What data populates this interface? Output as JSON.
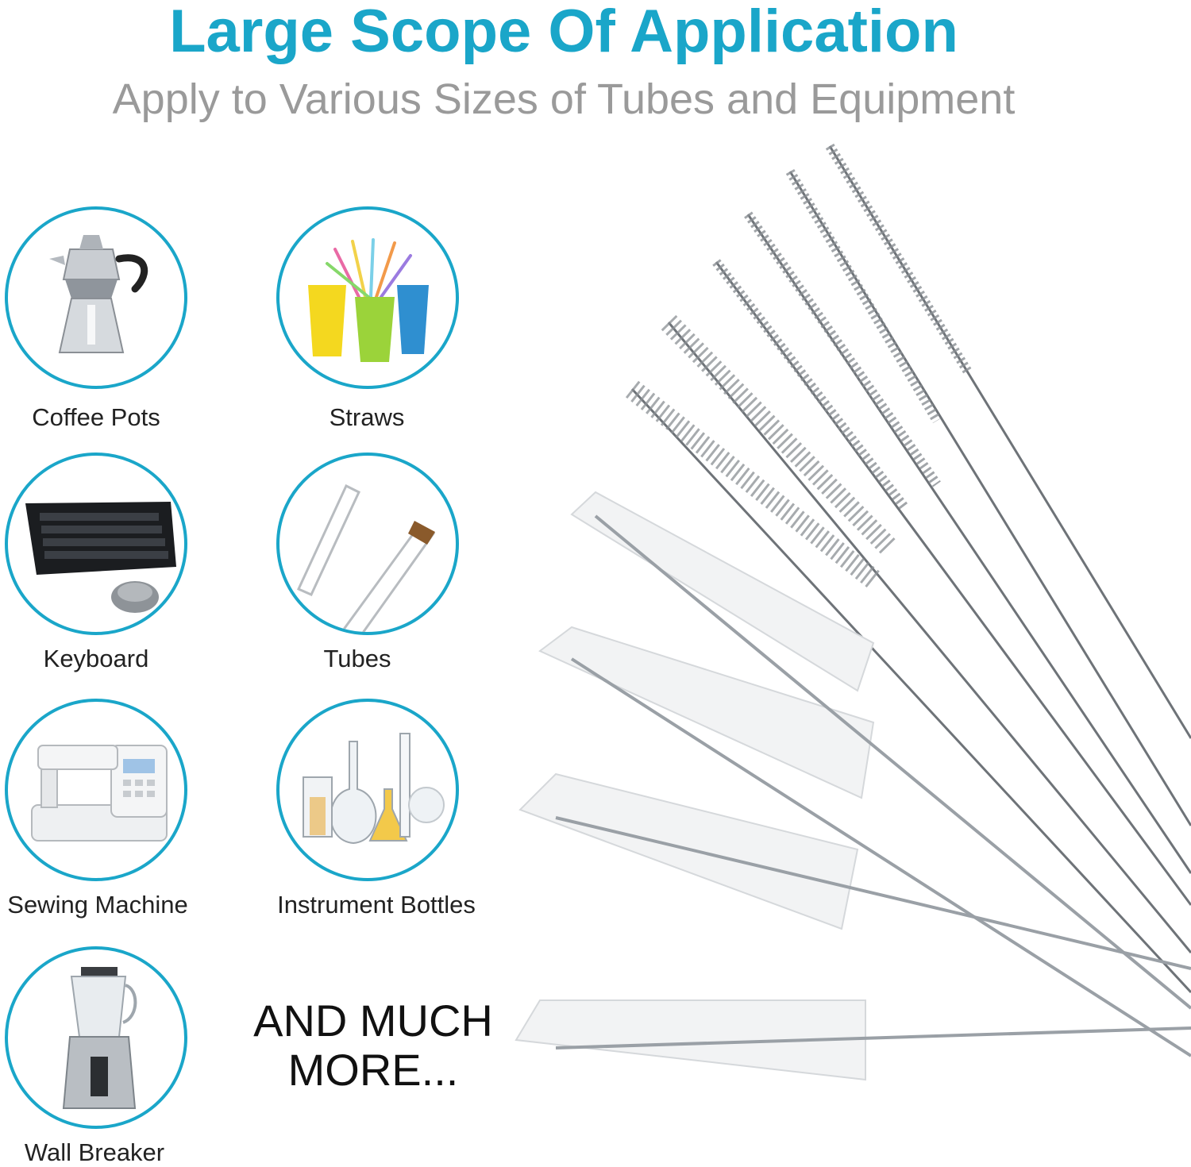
{
  "header": {
    "title": "Large Scope Of Application",
    "subtitle": "Apply to Various Sizes of Tubes and Equipment"
  },
  "items": [
    {
      "label": "Coffee Pots",
      "icon": "coffee-pot-icon"
    },
    {
      "label": "Straws",
      "icon": "straws-cups-icon"
    },
    {
      "label": "Keyboard",
      "icon": "keyboard-mouse-icon"
    },
    {
      "label": "Tubes",
      "icon": "test-tubes-icon"
    },
    {
      "label": "Sewing Machine",
      "icon": "sewing-machine-icon"
    },
    {
      "label": "Instrument Bottles",
      "icon": "lab-glassware-icon"
    },
    {
      "label": "Wall Breaker",
      "icon": "blender-icon"
    }
  ],
  "more_text": "AND MUCH MORE...",
  "colors": {
    "accent": "#1aa6c9",
    "subtitle": "#9a9a9a",
    "text": "#222222"
  }
}
